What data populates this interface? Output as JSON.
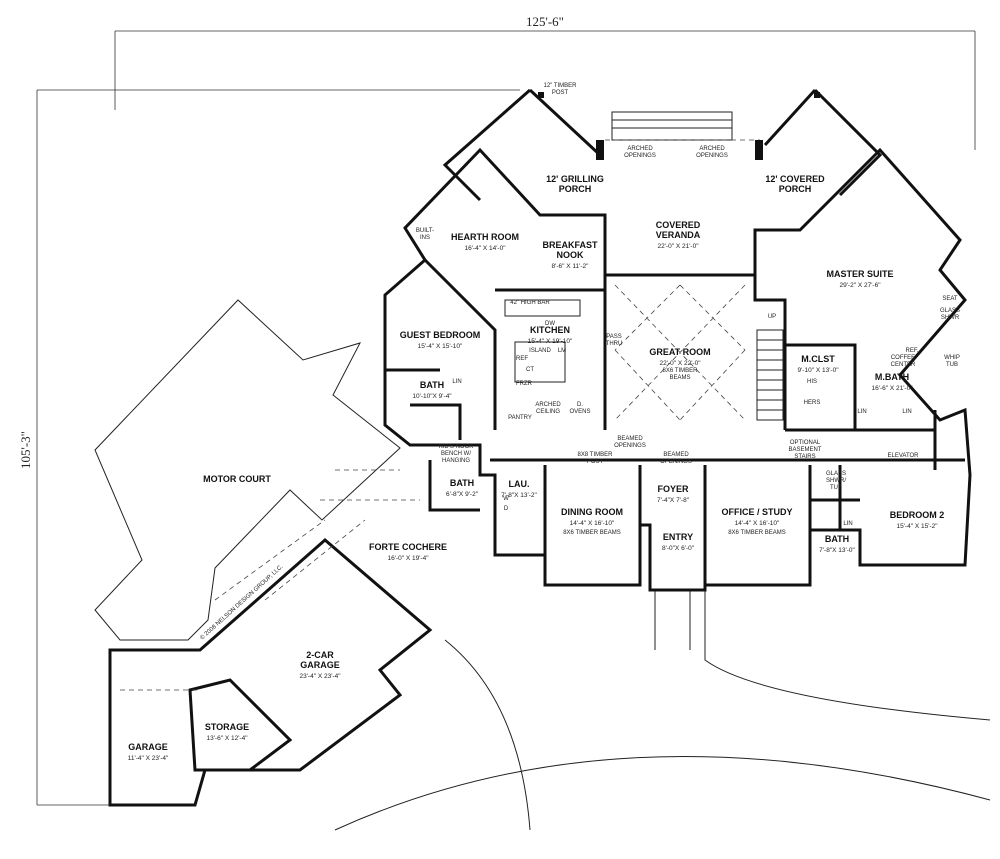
{
  "dimensions": {
    "width_label": "125'-6\"",
    "depth_label": "105'-3\""
  },
  "copyright": "© 2008 NELSON DESIGN GROUP, LLC.",
  "rooms": [
    {
      "key": "grilling",
      "name": "12' GRILLING PORCH",
      "lines": [
        "12' GRILLING",
        "PORCH"
      ],
      "dim": ""
    },
    {
      "key": "coveredporch",
      "name": "12' COVERED PORCH",
      "lines": [
        "12' COVERED",
        "PORCH"
      ],
      "dim": ""
    },
    {
      "key": "veranda",
      "lines": [
        "COVERED",
        "VERANDA"
      ],
      "dim": "22'-0\" X 21'-0\""
    },
    {
      "key": "hearth",
      "lines": [
        "HEARTH ROOM"
      ],
      "dim": "16'-4\" X 14'-0\""
    },
    {
      "key": "breakfast",
      "lines": [
        "BREAKFAST",
        "NOOK"
      ],
      "dim": "8'-6\" X 11'-2\""
    },
    {
      "key": "master",
      "lines": [
        "MASTER SUITE"
      ],
      "dim": "29'-2\" X 27'-6\""
    },
    {
      "key": "guest",
      "lines": [
        "GUEST BEDROOM"
      ],
      "dim": "15'-4\" X 15'-10\""
    },
    {
      "key": "kitchen",
      "lines": [
        "KITCHEN"
      ],
      "dim": "15'-4\" X 19'-10\""
    },
    {
      "key": "great",
      "lines": [
        "GREAT ROOM"
      ],
      "dim": "22'-0\" X 22'-0\""
    },
    {
      "key": "mclst",
      "lines": [
        "M.CLST"
      ],
      "dim": "9'-10\" X 13'-0\""
    },
    {
      "key": "mbath",
      "lines": [
        "M.BATH"
      ],
      "dim": "16'-6\" X 21'-0\""
    },
    {
      "key": "bath1",
      "lines": [
        "BATH"
      ],
      "dim": "10'-10\"X 9'-4\""
    },
    {
      "key": "bath2",
      "lines": [
        "BATH"
      ],
      "dim": "6'-8\"X 9'-2\""
    },
    {
      "key": "lau",
      "lines": [
        "LAU."
      ],
      "dim": "7'-8\"X 13'-2\""
    },
    {
      "key": "dining",
      "lines": [
        "DINING ROOM"
      ],
      "dim": "14'-4\" X 16'-10\""
    },
    {
      "key": "foyer",
      "lines": [
        "FOYER"
      ],
      "dim": "7'-4\"X 7'-8\""
    },
    {
      "key": "office",
      "lines": [
        "OFFICE / STUDY"
      ],
      "dim": "14'-4\" X 16'-10\""
    },
    {
      "key": "entry",
      "lines": [
        "ENTRY"
      ],
      "dim": "8'-0\"X 6'-0\""
    },
    {
      "key": "bedroom2",
      "lines": [
        "BEDROOM 2"
      ],
      "dim": "15'-4\" X 15'-2\""
    },
    {
      "key": "bath3",
      "lines": [
        "BATH"
      ],
      "dim": "7'-8\"X 13'-0\""
    },
    {
      "key": "motor",
      "lines": [
        "MOTOR COURT"
      ],
      "dim": ""
    },
    {
      "key": "forte",
      "lines": [
        "FORTE COCHERE"
      ],
      "dim": "16'-0\" X 19'-4\""
    },
    {
      "key": "garage2",
      "lines": [
        "2-CAR",
        "GARAGE"
      ],
      "dim": "23'-4\" X 23'-4\""
    },
    {
      "key": "storage",
      "lines": [
        "STORAGE"
      ],
      "dim": "13'-6\" X 12'-4\""
    },
    {
      "key": "garage",
      "lines": [
        "GARAGE"
      ],
      "dim": "11'-4\" X 23'-4\""
    }
  ],
  "notes": {
    "timber_post_top": [
      "12\" TIMBER",
      "POST"
    ],
    "arched_openings_left": [
      "ARCHED",
      "OPENINGS"
    ],
    "arched_openings_right": [
      "ARCHED",
      "OPENINGS"
    ],
    "built_ins": [
      "BUILT-",
      "INS"
    ],
    "high_bar": "42\" HIGH BAR",
    "dw": "DW",
    "island": "ISLAND",
    "lm": "LM",
    "ref": "REF",
    "ct": "CT",
    "frzr": "FRZR",
    "pass_thru": [
      "PASS",
      "THRU"
    ],
    "arched_ceiling": [
      "ARCHED",
      "CEILING"
    ],
    "ovens": [
      "D.",
      "OVENS"
    ],
    "pantry": "PANTRY",
    "timber_beams_great": [
      "8X6 TIMBER",
      "BEAMS"
    ],
    "up": "UP",
    "his": "HIS",
    "hers": "HERS",
    "coffee_center": [
      "COFFEE",
      "CENTER"
    ],
    "ref_mbath": "REF.",
    "seat": "SEAT",
    "glass_shwr": [
      "GLASS",
      "SHWR"
    ],
    "whip_tub": [
      "WHIP",
      "TUB"
    ],
    "lin": "LIN",
    "lin2": "LIN",
    "lin3": "LIN",
    "lin4": "LIN",
    "kids_nook": [
      "KID'S NOOK",
      "BENCH W/",
      "HANGING"
    ],
    "beamed_openings_left": [
      "BEAMED",
      "OPENINGS"
    ],
    "beamed_openings_right": [
      "BEAMED",
      "OPENINGS"
    ],
    "timber_post_hall": [
      "8X8 TIMBER",
      "POST"
    ],
    "basement_stairs": [
      "OPTIONAL",
      "BASEMENT",
      "STAIRS"
    ],
    "elevator": "ELEVATOR",
    "glass_shwr_tub": [
      "GLASS",
      "SHWR/",
      "TUB"
    ],
    "timber_beams_dining": "8X6 TIMBER BEAMS",
    "timber_beams_office": "8X6 TIMBER BEAMS",
    "w": "W",
    "d": "D"
  }
}
